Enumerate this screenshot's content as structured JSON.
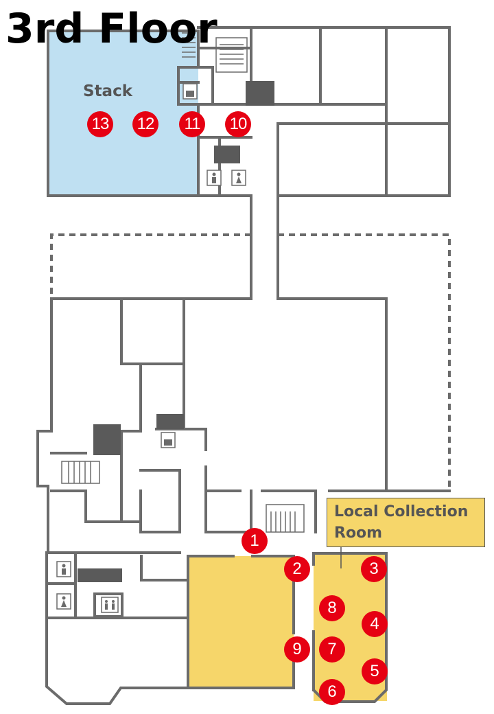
{
  "title": "3rd Floor",
  "rooms": {
    "stack": "Stack",
    "local_collection_line1": "Local Collection",
    "local_collection_line2": "Room"
  },
  "markers": [
    "1",
    "2",
    "3",
    "4",
    "5",
    "6",
    "7",
    "8",
    "9",
    "10",
    "11",
    "12",
    "13"
  ],
  "colors": {
    "stack_room": "#bfe0f2",
    "local_collection": "#f6d66a",
    "marker": "#e60012",
    "wall": "#6b6b6b"
  },
  "icons": [
    "restroom-male-icon",
    "restroom-female-icon",
    "multipurpose-restroom-icon",
    "elevator-icon",
    "stairs-icon"
  ]
}
